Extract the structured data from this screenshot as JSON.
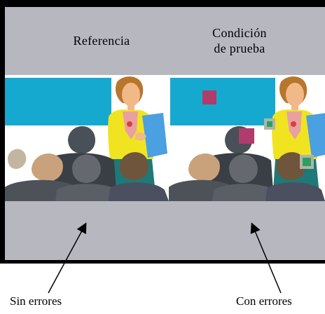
{
  "reference_label": "Referencia",
  "test_label_line1": "Condición",
  "test_label_line2": "de prueba",
  "caption_left": "Sin errores",
  "caption_right": "Con errores",
  "colors": {
    "frame": "#000000",
    "band": "#b7b8bf",
    "wall": "#16a9d0",
    "error_purple": "#b03c6c",
    "error_green": "#2ca060"
  }
}
